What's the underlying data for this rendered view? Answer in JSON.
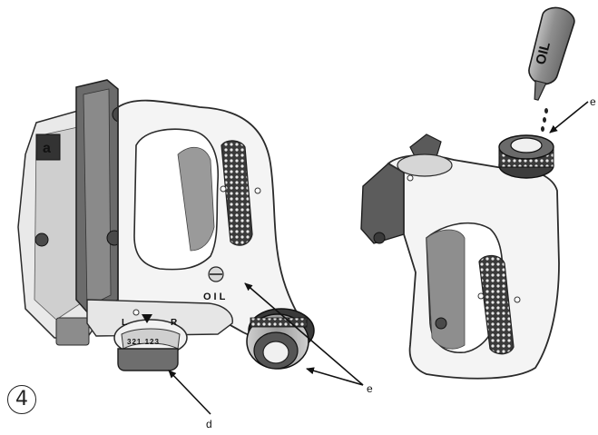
{
  "step_number": "4",
  "callouts": {
    "d": "d",
    "e_left": "e",
    "e_right": "e"
  },
  "device_text": {
    "oil_port_label": "OIL",
    "bottle_label": "OIL",
    "dial_L": "L",
    "dial_R": "R",
    "dial_scale": "321 123",
    "brand_fragment": "a"
  },
  "colors": {
    "outline": "#2a2a2a",
    "body_white": "#f4f4f4",
    "dark_gray": "#5a5a5a",
    "mid_gray": "#9a9a9a",
    "light_gray": "#d6d6d6"
  }
}
